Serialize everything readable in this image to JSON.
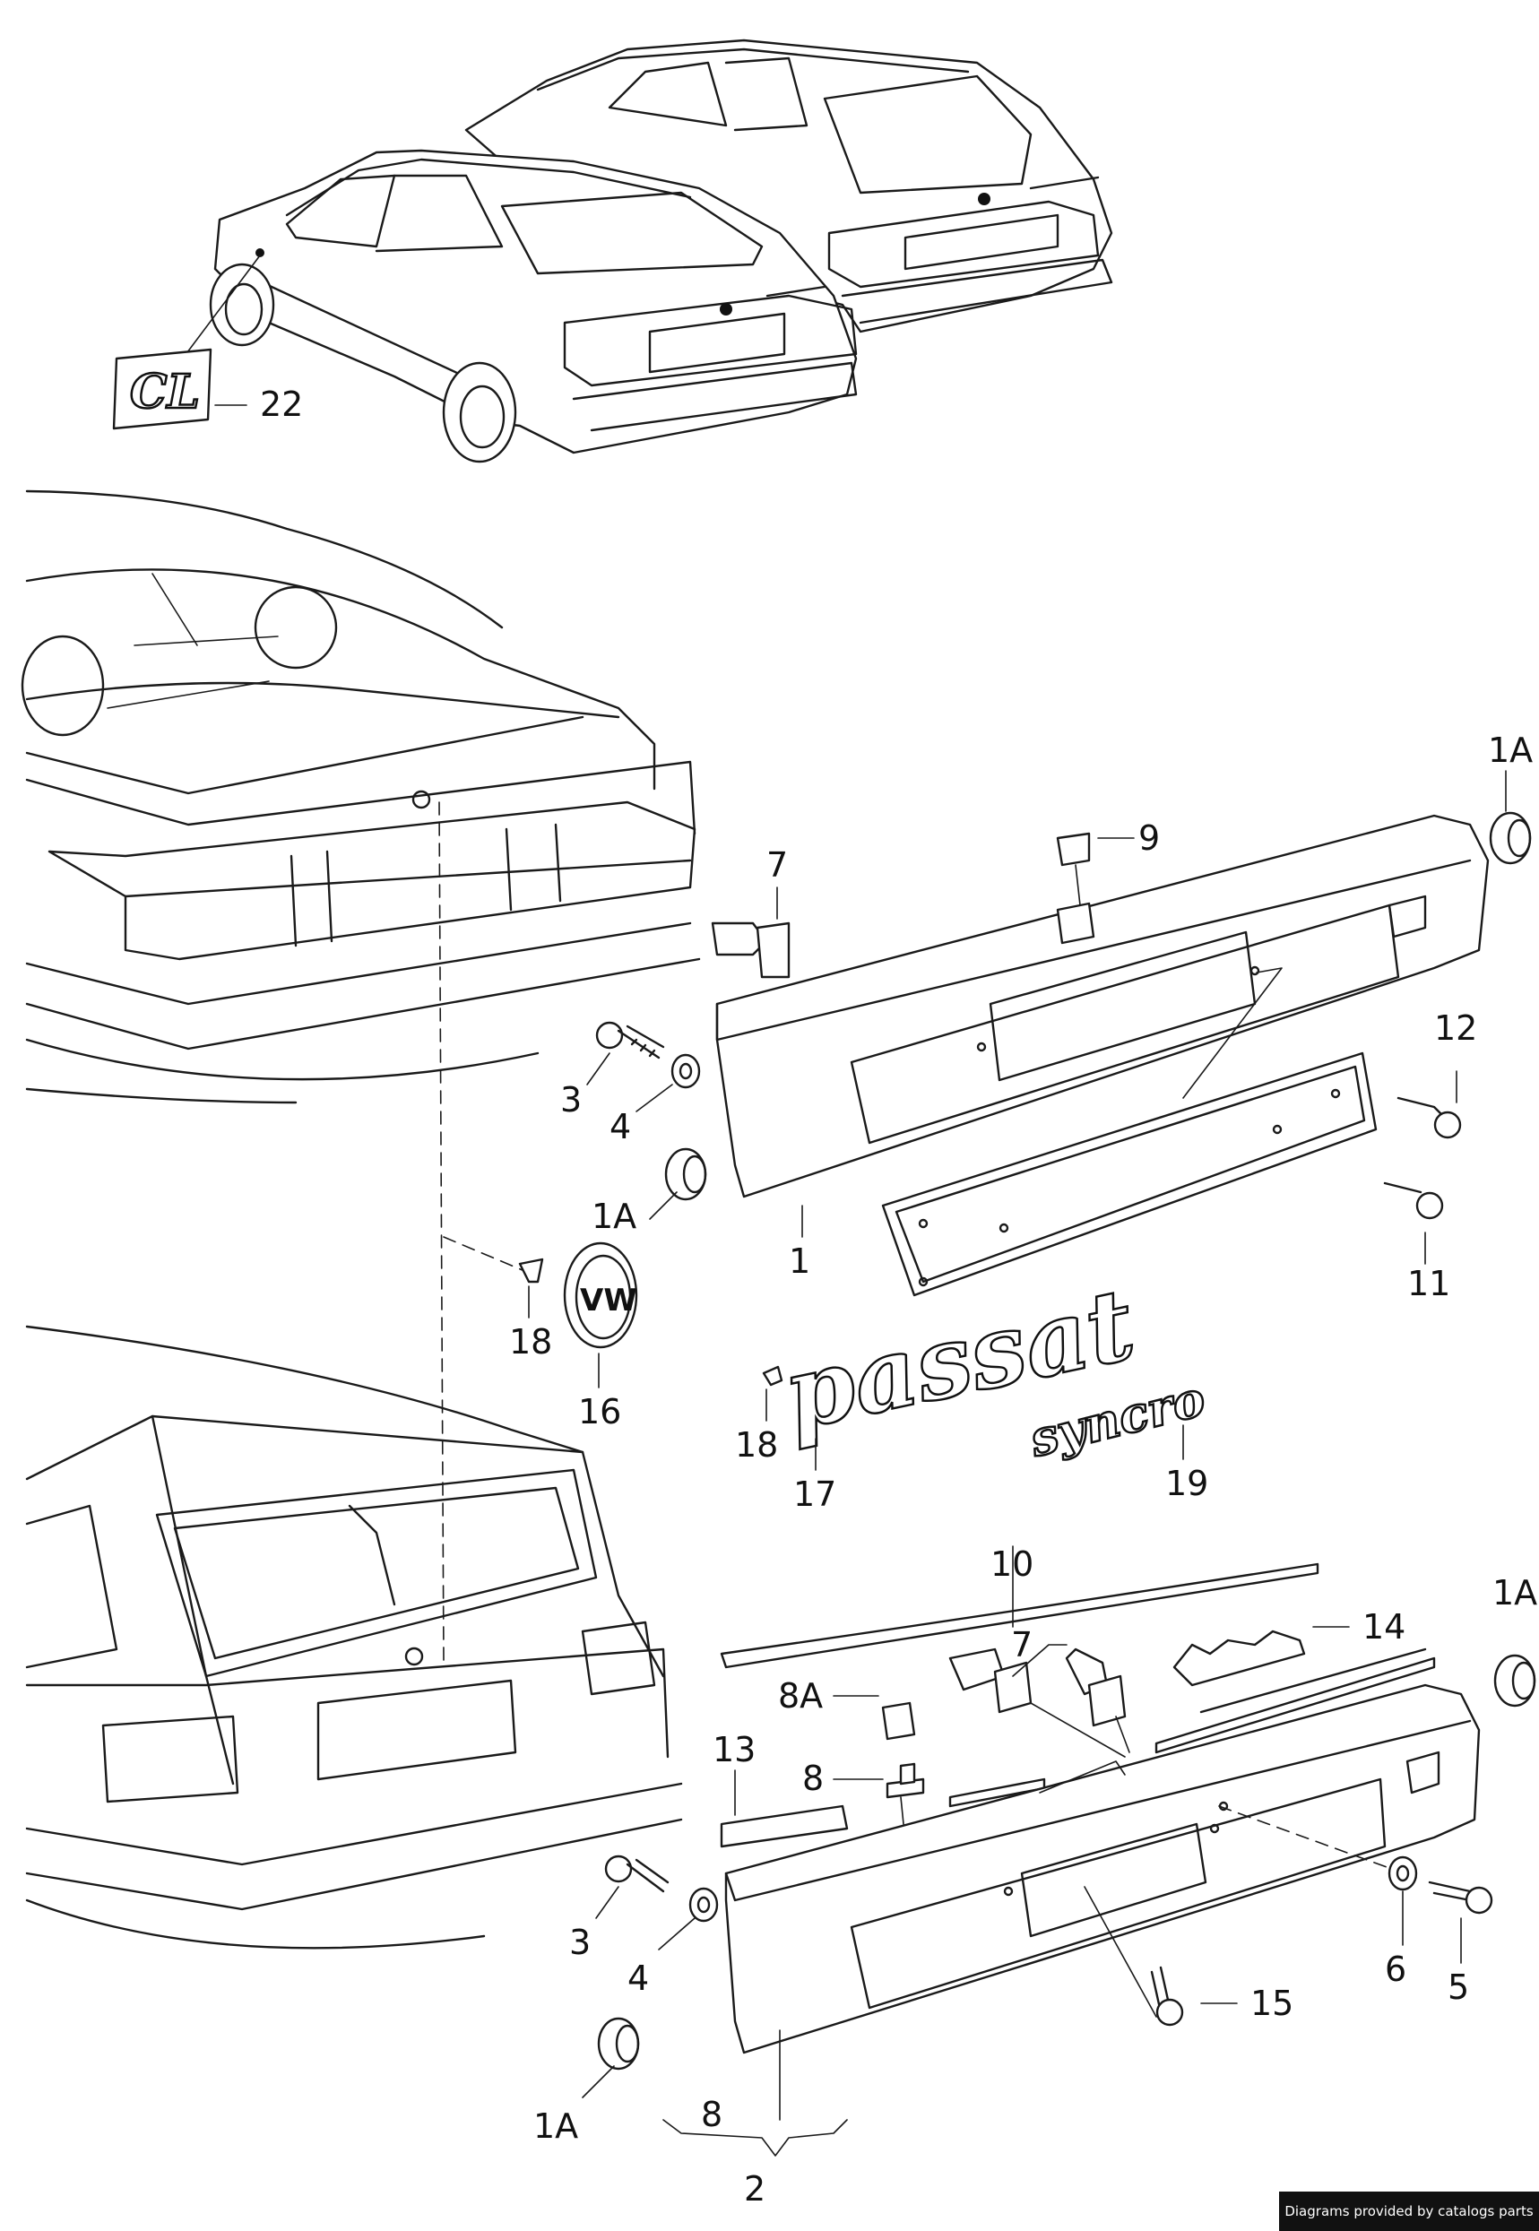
{
  "callouts": {
    "c22": "22",
    "c1A_a": "1A",
    "c9": "9",
    "c7_a": "7",
    "c3_a": "3",
    "c4_a": "4",
    "c12": "12",
    "c1A_b": "1A",
    "c1": "1",
    "c11": "11",
    "c18_a": "18",
    "c16": "16",
    "c18_b": "18",
    "c17": "17",
    "c19": "19",
    "c10": "10",
    "c14": "14",
    "c1A_c": "1A",
    "c7_b": "7",
    "c8A": "8A",
    "c8_a": "8",
    "c13": "13",
    "c3_b": "3",
    "c4_b": "4",
    "c6": "6",
    "c5": "5",
    "c15": "15",
    "c1A_d": "1A",
    "c8_b": "8",
    "c2": "2"
  },
  "emblems": {
    "badge_cl": "CL",
    "script_model": "passat",
    "script_syncro": "syncro",
    "vw_logo": "VW"
  },
  "credit": "Diagrams provided by catalogs parts"
}
